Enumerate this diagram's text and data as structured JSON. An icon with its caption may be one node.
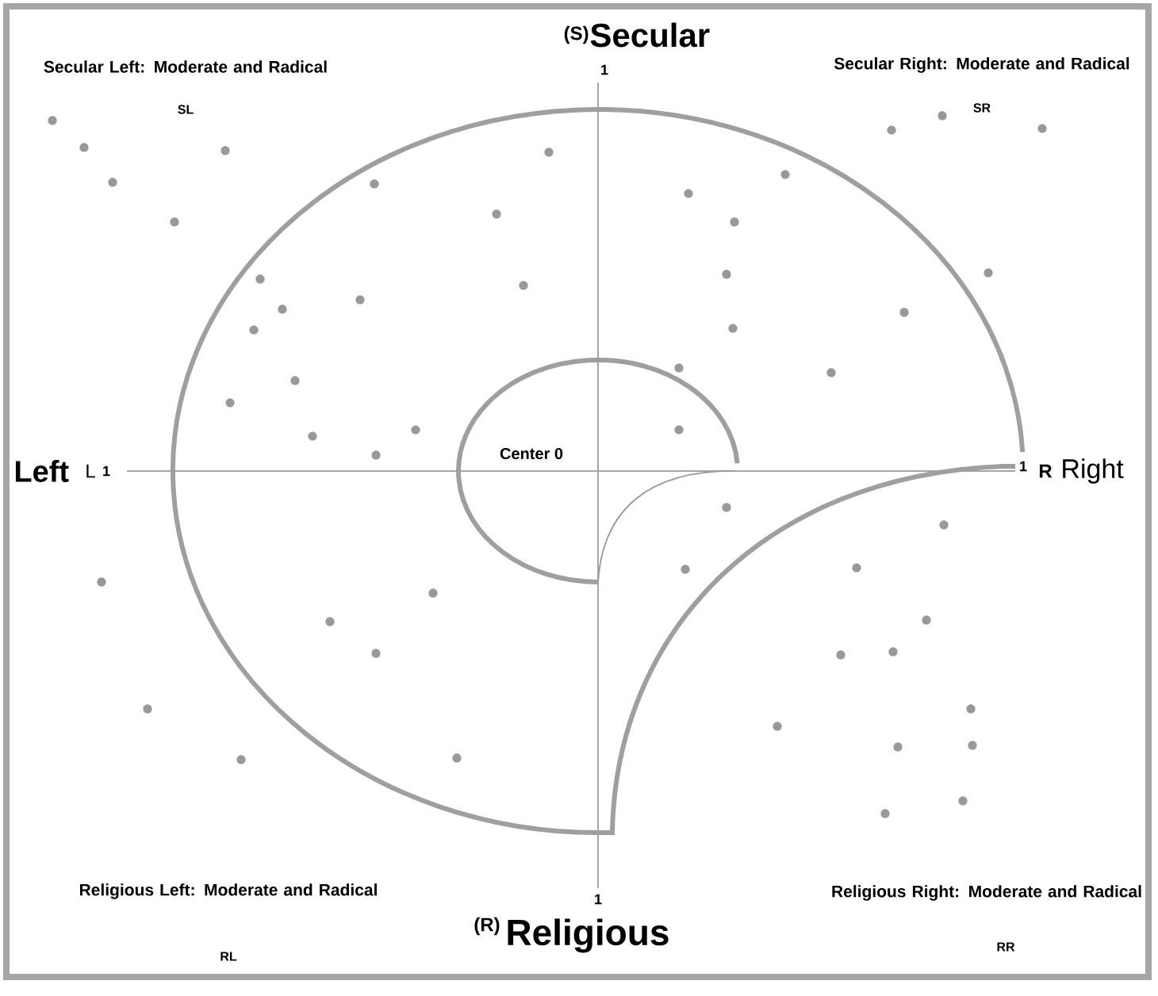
{
  "diagram": {
    "labels": [
      "(S)",
      "Secular",
      "Secular Left: Moderate and Radical",
      "SL",
      "Secular Right: Moderate and Radical",
      "SR",
      "1",
      "Left",
      "L",
      "1",
      "Center 0",
      "1",
      "R",
      "Right",
      "1",
      "Religious Left: Moderate and Radical",
      "RL",
      "Religious Right: Moderate and Radical",
      "RR",
      "(R)",
      "Religious"
    ]
  }
}
